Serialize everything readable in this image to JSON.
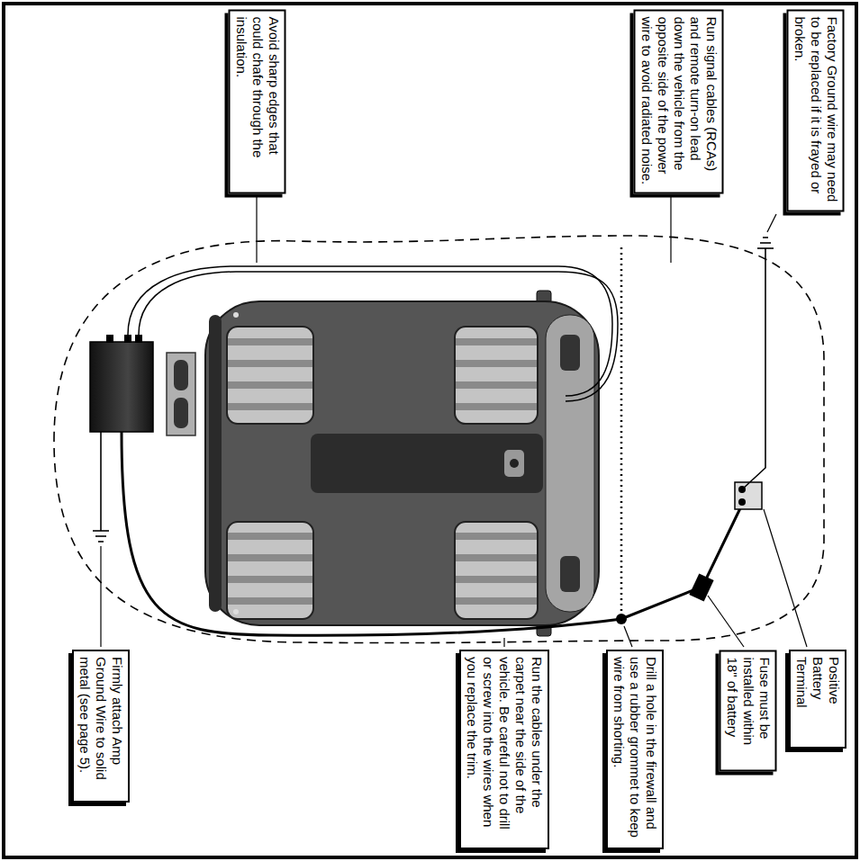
{
  "diagram": {
    "nodes": [
      {
        "text": [
          "Factory Ground wire may need to be replaced if it is frayed or broken."
        ]
      },
      {
        "text": [
          "Run signal cables (RCAs) and remote turn-on lead down the vehicle from the opposite side of the power wire to avoid radiated noise."
        ]
      },
      {
        "text": [
          "Avoid sharp edges that could chafe through the insulation."
        ]
      },
      {
        "text": [
          "Positive Battery Terminal"
        ]
      },
      {
        "text": [
          "Fuse must be installed within 18\" of battery"
        ]
      },
      {
        "text": [
          "Drill a hole in the firewall and use a rubber grommet to keep wire from shorting."
        ]
      },
      {
        "text": [
          "Run the cables under the carpet near the side of the vehicle. Be careful not to drill or screw into the wires when you replace the trim."
        ]
      },
      {
        "text": [
          "Firmly attach Amp Ground Wire to solid metal (see page 5)."
        ]
      }
    ]
  }
}
